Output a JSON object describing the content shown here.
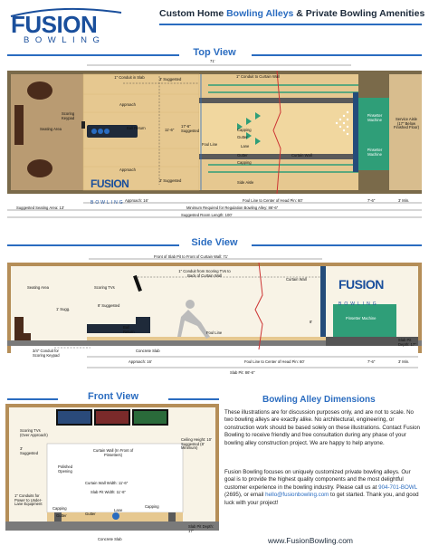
{
  "header": {
    "logo_word": "FUSION",
    "logo_sub": "BOWLING",
    "title_part1": "Custom Home ",
    "title_highlight": "Bowling Alleys",
    "title_part2": " & Private Bowling Amenities"
  },
  "top_view": {
    "title": "Top View",
    "overall_width": "71'",
    "labels": {
      "conduit_slab": "1\" Conduit in Slab",
      "conduit_curtain": "1\" Conduit to Curtain Wall",
      "suggested_3a": "3' Suggested",
      "suggested_3b": "3' Suggested",
      "approach": "Approach",
      "approach_bottom": "Approach",
      "seating_area": "Seating Area",
      "scoring_keypad": "Scoring Keypad",
      "ball_return": "Ball Return",
      "width_left": "11'-6\"",
      "width_right": "17'-6\" Suggested",
      "foul_line": "Foul Line",
      "capping": "Capping",
      "gutter": "Gutter",
      "lane": "Lane",
      "gutter2": "Gutter",
      "capping2": "Capping",
      "side_aisle": "Side Aisle",
      "curtain_wall": "Curtain Wall",
      "pinsetter1": "Pinsetter Machine",
      "pinsetter2": "Pinsetter Machine",
      "service_aisle": "Service Aisle (17\" Below Finished Floor)"
    },
    "dims": {
      "approach": "Approach: 16'",
      "foul_line_head_pin": "Foul Line to Center of Head Pin: 60'",
      "pin_dim": "7'-6\"",
      "min_3": "3' Min.",
      "seating": "Suggested Seating Area: 13'",
      "min_required": "Minimum Required for Regulation Bowling Alley: 86'-6\"",
      "suggested_room": "Suggested Room Length: 100'"
    }
  },
  "side_view": {
    "title": "Side View",
    "labels": {
      "front_slab_pit": "Front of Slab Pit to Front of Curtain Wall: 71'",
      "conduit_brain": "1\" Conduit from Scoring TVs to Back of Curtain Wall",
      "seating_area": "Seating Area",
      "scoring_tvs": "Scoring TVs",
      "suggested_8": "8' Suggested",
      "suggested_1": "1' Sugg.",
      "ball_return": "Ball Return",
      "foul_line": "Foul Line",
      "curtain_wall": "Curtain Wall",
      "height_8": "8'",
      "pinsetter": "Pinsetter Machine",
      "conduit_keypad": "3/4\" Conduit for Scoring Keypad",
      "concrete_slab": "Concrete Slab",
      "slab_pit": "Slab Pit Depth: 17\""
    },
    "dims": {
      "approach": "Approach: 16'",
      "foul_line_head_pin": "Foul Line to Center of Head Pin: 60'",
      "pin_dim": "7'-6\"",
      "min_3": "3' Min.",
      "slab_pit": "Slab Pit: 86'-6\""
    }
  },
  "front_view": {
    "title": "Front View",
    "labels": {
      "scoring_tvs": "Scoring TVs (Over Approach)",
      "suggested_3": "3' Suggested",
      "polished_opening": "Polished Opening",
      "curtain_wall": "Curtain Wall (In Front of Pinsetters)",
      "ceiling_height": "Ceiling Height: 10' Suggested (8' Minimum)",
      "curtain_wall_width": "Curtain Wall Width: 11'-6\"",
      "slab_pit_width": "Slab Pit Width: 11'-6\"",
      "conduits_power": "1\" Conduits for Power to Under-Lane Equipment",
      "capping_l": "Capping",
      "gutter_l": "Gutter",
      "lane": "Lane",
      "capping_r": "Capping",
      "gutter_r": "Gutter",
      "concrete_slab": "Concrete Slab",
      "slab_pit_depth": "Slab Pit Depth: 17\""
    }
  },
  "dimensions_section": {
    "title": "Bowling Alley Dimensions",
    "para1": "These illustrations are for discussion purposes only, and are not to scale. No two bowling alleys are exactly alike. No architectural, engineering, or construction work should be based solely on these illustrations. Contact Fusion Bowling to receive friendly and free consultation during any phase of your bowling alley construction project. We are happy to help anyone.",
    "para2_a": "Fusion Bowling focuses on uniquely customized private bowling alleys. Our goal is to provide the highest quality components and the most delightful customer experience in the bowling industry. Please call us at ",
    "phone": "904-701-BOWL",
    "para2_b": " (2695), or email ",
    "email": "hello@fusionbowling.com",
    "para2_c": " to get started. Thank you, and good luck with your project!",
    "website": "www.FusionBowling.com"
  },
  "colors": {
    "accent": "#2a6cc0",
    "brand": "#1a4f9c",
    "wall": "#d9b98a",
    "lane": "#e8c98b",
    "pinsetter": "#2f9e78",
    "floor_dark": "#3a3a3a"
  }
}
